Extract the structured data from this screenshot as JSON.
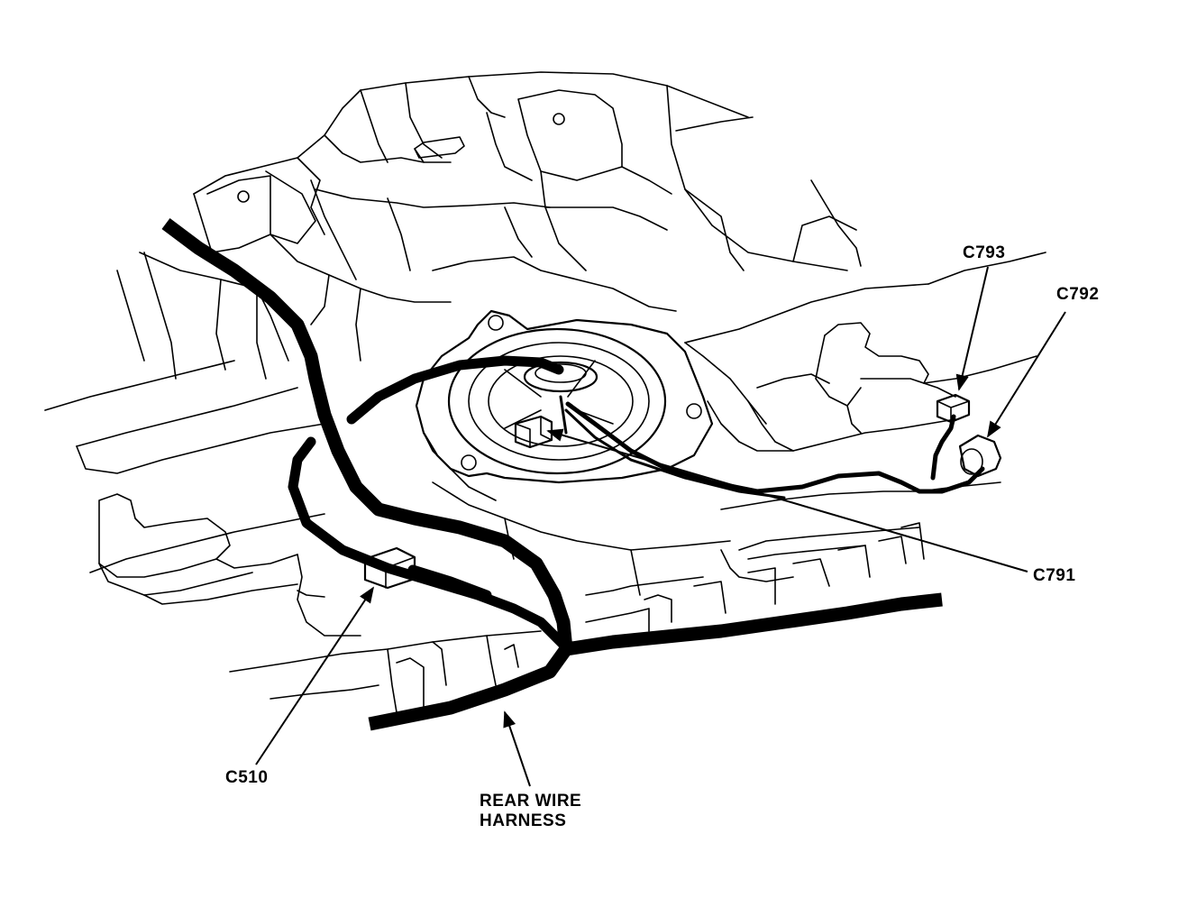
{
  "callouts": {
    "c793": "C793",
    "c792": "C792",
    "c791": "C791",
    "c510": "C510",
    "harness_line1": "REAR WIRE",
    "harness_line2": "HARNESS"
  }
}
